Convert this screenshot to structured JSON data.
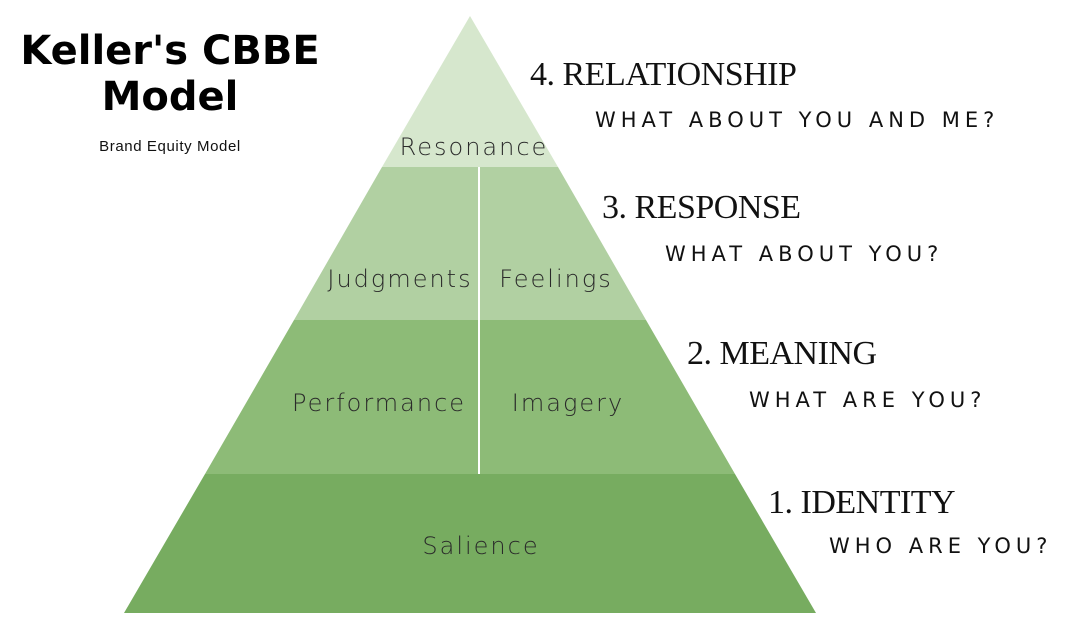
{
  "header": {
    "title_line1": "Keller's CBBE",
    "title_line2": "Model",
    "subtitle": "Brand Equity Model"
  },
  "pyramid": {
    "colors": {
      "resonance": "#d6e7cd",
      "response": "#b1d0a2",
      "meaning": "#8dbb77",
      "identity": "#77ac60",
      "divider": "#ffffff"
    },
    "segments": {
      "resonance": "Resonance",
      "judgments": "Judgments",
      "feelings": "Feelings",
      "performance": "Performance",
      "imagery": "Imagery",
      "salience": "Salience"
    }
  },
  "levels": [
    {
      "heading": "4. RELATIONSHIP",
      "question": "WHAT ABOUT YOU AND ME?"
    },
    {
      "heading": "3. RESPONSE",
      "question": "WHAT ABOUT YOU?"
    },
    {
      "heading": "2. MEANING",
      "question": "WHAT ARE YOU?"
    },
    {
      "heading": "1. IDENTITY",
      "question": "WHO ARE YOU?"
    }
  ]
}
